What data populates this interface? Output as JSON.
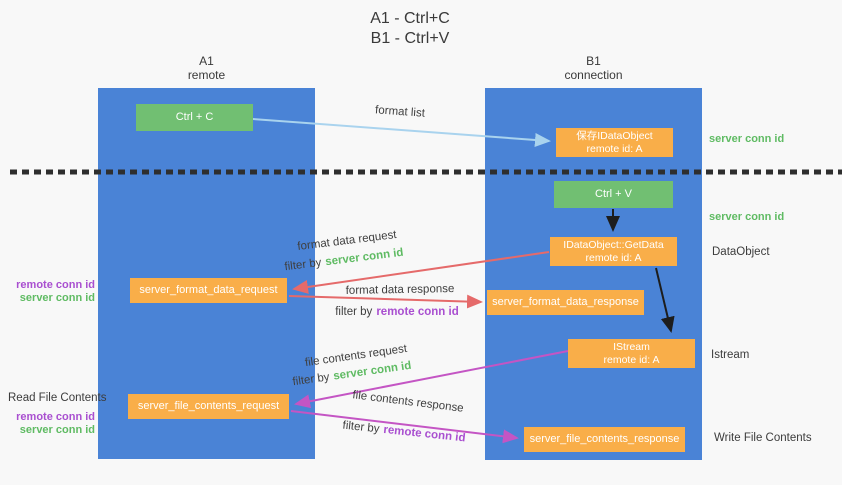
{
  "title": {
    "line1": "A1 - Ctrl+C",
    "line2": "B1 - Ctrl+V"
  },
  "columns": {
    "left": {
      "name": "A1",
      "role": "remote"
    },
    "right": {
      "name": "B1",
      "role": "connection"
    }
  },
  "nodes": {
    "ctrl_c": "Ctrl + C",
    "ctrl_v": "Ctrl + V",
    "save_dataobject_line1": "保存IDataObject",
    "save_dataobject_line2": "remote id: A",
    "getdata_line1": "IDataObject::GetData",
    "getdata_line2": "remote id: A",
    "istream_line1": "IStream",
    "istream_line2": "remote id: A",
    "format_request": "server_format_data_request",
    "format_response": "server_format_data_response",
    "file_request": "server_file_contents_request",
    "file_response": "server_file_contents_response"
  },
  "arrow_labels": {
    "format_list": "format list",
    "format_data_request": "format data request",
    "format_data_response": "format data response",
    "file_contents_request": "file contents request",
    "file_contents_response": "file contents response",
    "filter_by": "filter by"
  },
  "conn_ids": {
    "server": "server conn id",
    "remote": "remote conn id"
  },
  "side_labels": {
    "dataobject": "DataObject",
    "istream": "Istream",
    "read_file_contents": "Read File Contents",
    "write_file_contents": "Write File Contents"
  },
  "colors": {
    "column_blue": "#4a83d6",
    "box_green": "#71bf72",
    "box_orange": "#f9ae49",
    "green_text": "#5fbb63",
    "purple_text": "#a94fd0",
    "red_arrow": "#e56a6a",
    "magenta_arrow": "#c455c4",
    "lightblue_arrow": "#a9d3ee",
    "black_arrow": "#1d1d1d",
    "dashed_line": "#2e2e2e",
    "background": "#f8f8f8"
  }
}
